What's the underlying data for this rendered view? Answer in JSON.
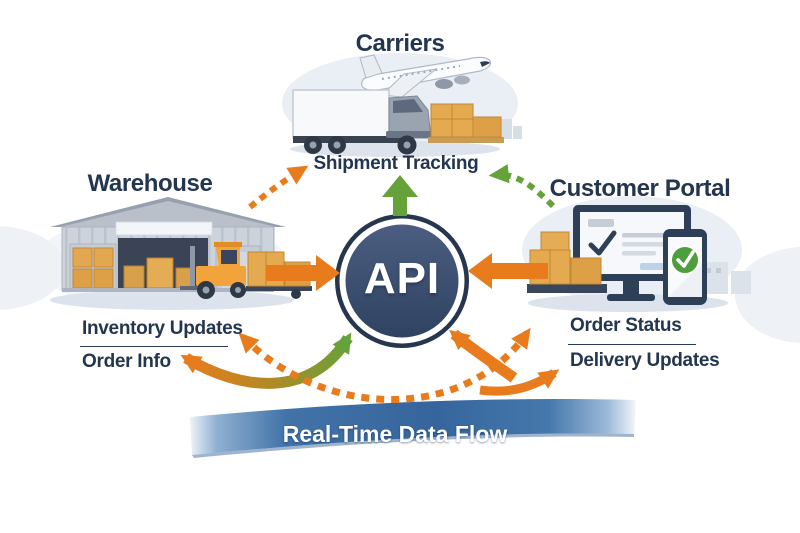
{
  "meta": {
    "type": "api-integration-diagram"
  },
  "colors": {
    "orange": "#E87C1C",
    "green": "#66A23A",
    "navy_text": "#24364F",
    "api_fill": "#3A4E6F",
    "ribbon_blue": "#3E6FA6"
  },
  "hub": {
    "label": "API"
  },
  "nodes": {
    "carriers": {
      "label": "Carriers",
      "icons": [
        "airplane-icon",
        "truck-icon",
        "boxes-icon"
      ]
    },
    "warehouse": {
      "label": "Warehouse",
      "icons": [
        "warehouse-building-icon",
        "forklift-icon",
        "boxes-icon"
      ]
    },
    "customer_portal": {
      "label": "Customer Portal",
      "icons": [
        "monitor-icon",
        "phone-icon",
        "check-icon",
        "boxes-icon"
      ]
    }
  },
  "flow_labels": {
    "shipment_tracking": "Shipment Tracking",
    "inventory_updates": "Inventory Updates",
    "order_info": "Order Info",
    "order_status": "Order Status",
    "delivery_updates": "Delivery Updates"
  },
  "connections": [
    {
      "from": "api",
      "to": "shipment_tracking",
      "style": "solid",
      "color": "green"
    },
    {
      "from": "warehouse",
      "to": "api",
      "style": "solid",
      "color": "orange"
    },
    {
      "from": "customer_portal",
      "to": "api",
      "style": "solid",
      "color": "orange"
    },
    {
      "from": "order_info",
      "to": "api",
      "style": "solid-curved",
      "color": "orange-to-green-gradient"
    },
    {
      "from": "customer_portal",
      "to": "api",
      "style": "solid-curved",
      "color": "orange"
    },
    {
      "from": "api",
      "to": "delivery_updates",
      "style": "solid-curved",
      "color": "orange"
    },
    {
      "from": "inventory_updates",
      "to": "order_status",
      "style": "dashed-curved-double-head",
      "color": "orange"
    },
    {
      "from": "warehouse",
      "to": "carriers",
      "style": "dashed",
      "color": "orange"
    },
    {
      "from": "customer_portal",
      "to": "shipment_tracking",
      "style": "dashed",
      "color": "green"
    }
  ],
  "banner": {
    "label": "Real-Time Data Flow"
  }
}
